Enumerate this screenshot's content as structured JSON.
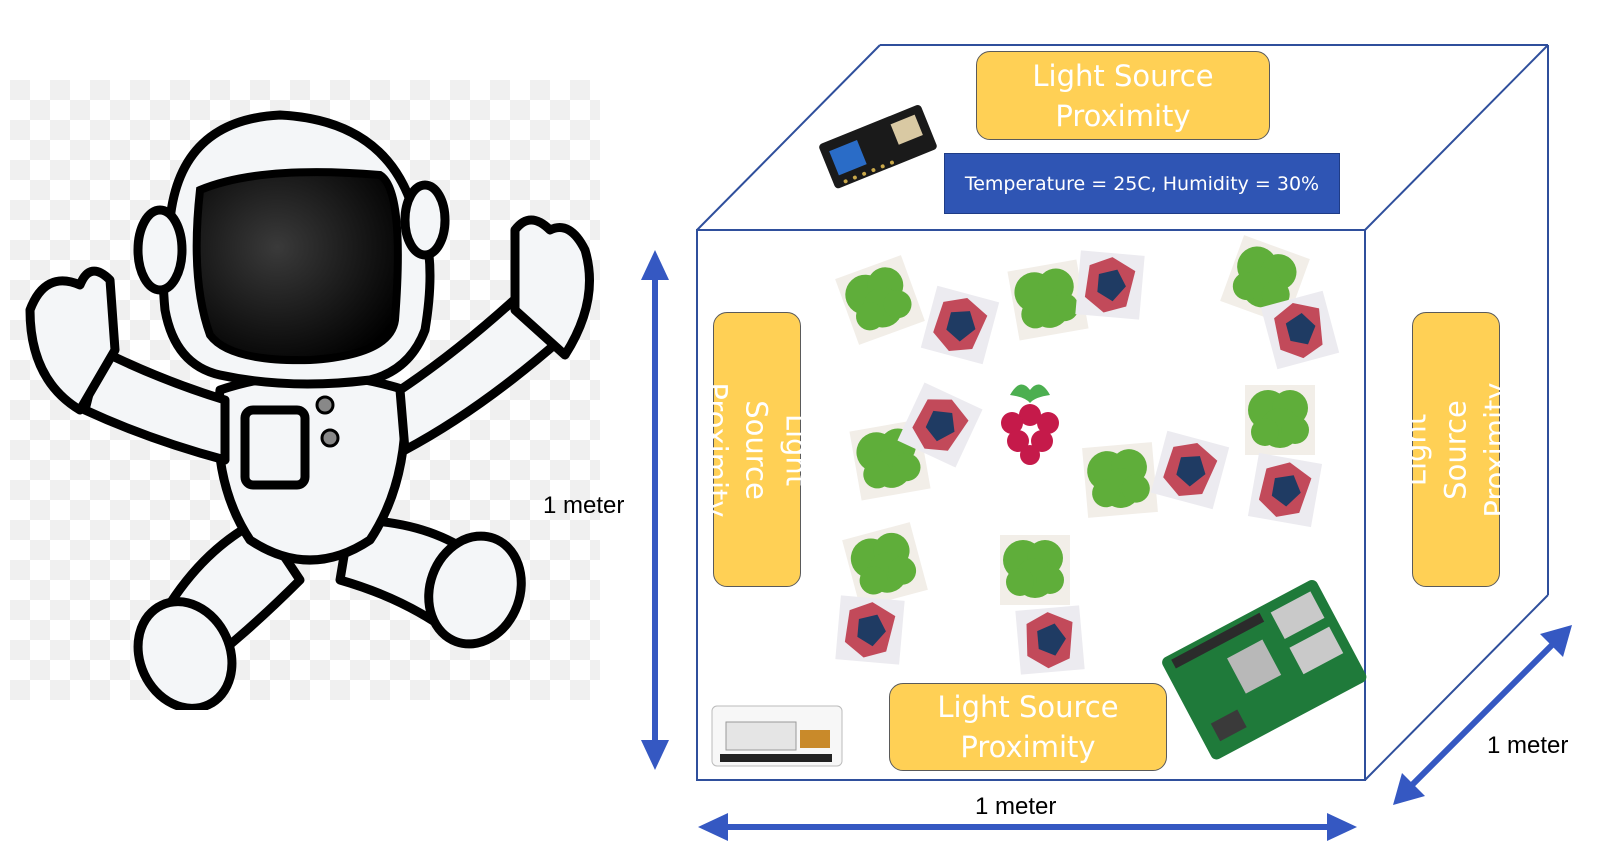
{
  "colors": {
    "cube_line": "#2F4F9C",
    "arrow": "#3558C2",
    "label_fill": "#FFD055",
    "temp_bar": "#2F55B4"
  },
  "icons": [
    "astronaut-illustration",
    "raspberry-pi-logo",
    "raspberry-pi-board",
    "sensor-board",
    "display-hat",
    "lettuce-plant",
    "plant-pot"
  ],
  "light_labels": {
    "top": "Light Source\nProximity",
    "bottom": "Light Source\nProximity",
    "left": "Light Source\nProximity",
    "right": "Light Source\nProximity"
  },
  "sensor_readout": "Temperature = 25C, Humidity = 30%",
  "dimensions": {
    "height": "1 meter",
    "width": "1 meter",
    "depth": "1 meter"
  }
}
